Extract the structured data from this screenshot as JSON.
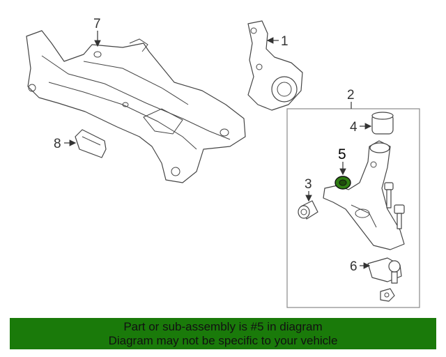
{
  "diagram": {
    "callouts": [
      "1",
      "2",
      "3",
      "4",
      "5",
      "6",
      "7",
      "8"
    ],
    "highlighted_callout": "5",
    "highlight_color": "#2f7d12"
  },
  "footer": {
    "line1": "Part or sub-assembly is #5 in diagram",
    "line2": "Diagram may not be specific to your vehicle",
    "background_color": "#1a7a0a"
  }
}
